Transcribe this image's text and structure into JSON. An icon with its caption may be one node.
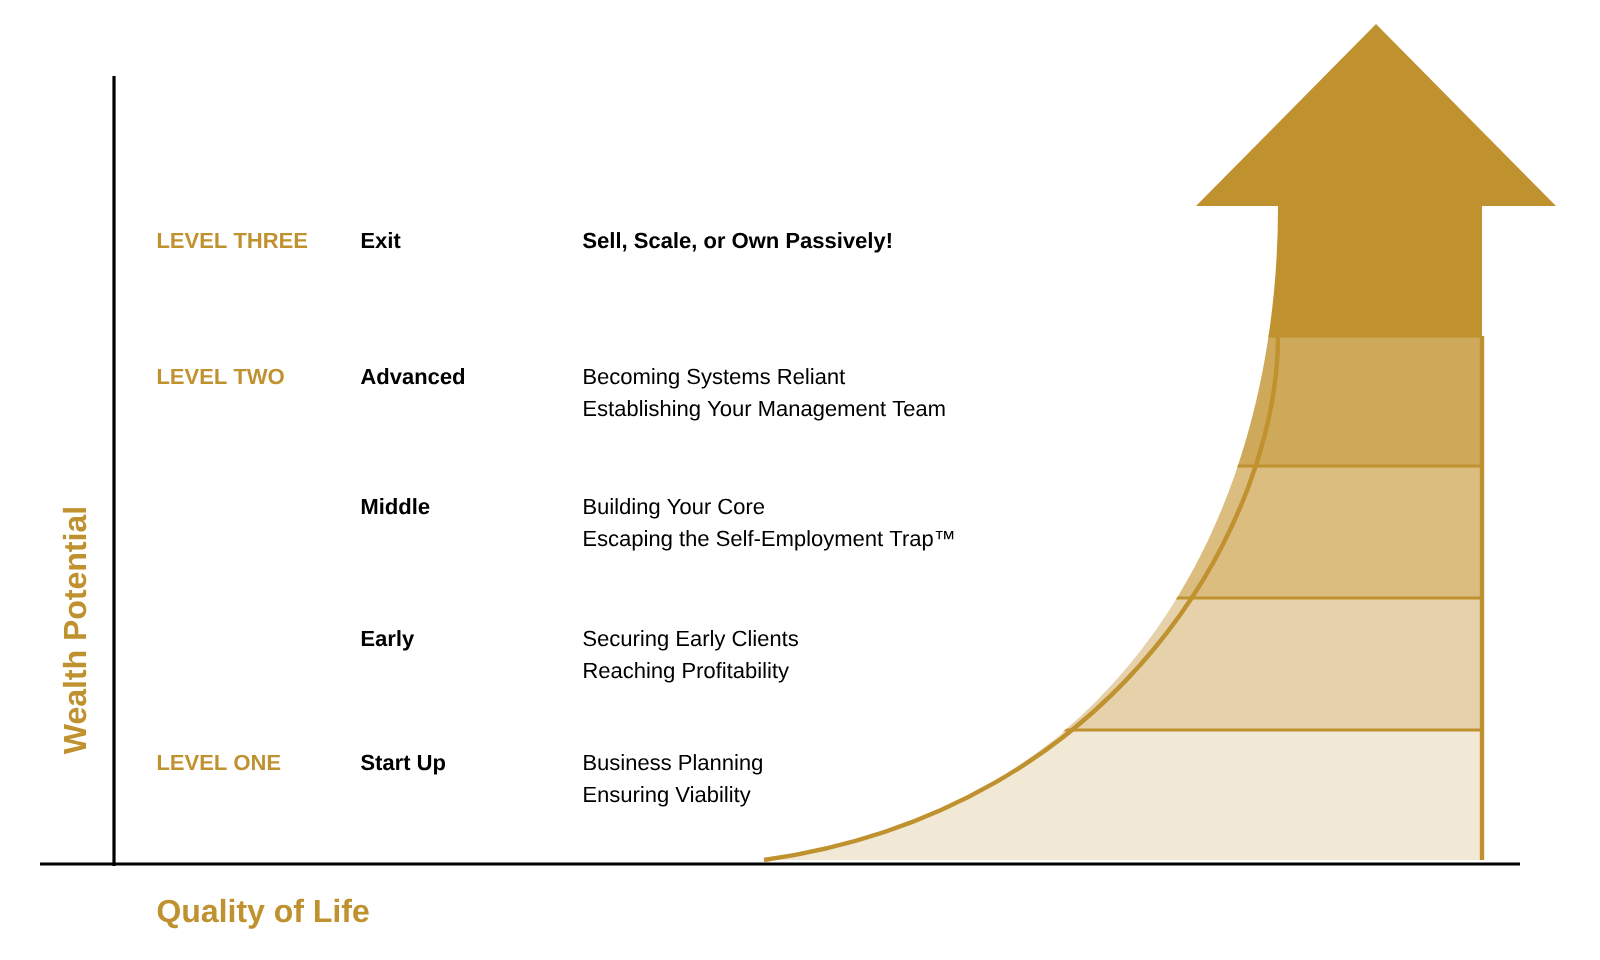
{
  "diagram": {
    "labels": [
      "LEVEL THREE",
      "Exit",
      "Sell, Scale, or Own Passively!",
      "LEVEL TWO",
      "Advanced",
      "Becoming Systems Reliant",
      "Establishing Your Management Team",
      "Middle",
      "Building Your Core",
      "Escaping the Self-Employment Trap™",
      "Early",
      "Securing Early Clients",
      "Reaching Profitability",
      "LEVEL ONE",
      "Start Up",
      "Business Planning",
      "Ensuring Viability",
      "Wealth Potential",
      "Quality of Life"
    ]
  }
}
